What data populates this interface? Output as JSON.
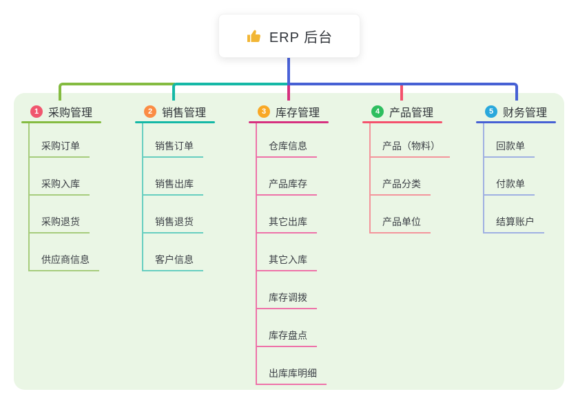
{
  "root": {
    "icon": "thumbs-up-icon",
    "label": "ERP 后台"
  },
  "branches": [
    {
      "num": "1",
      "title": "采购管理",
      "badge_color": "#F0566E",
      "line_color": "#84BB40",
      "child_line_color": "#A6CC7C",
      "children": [
        "采购订单",
        "采购入库",
        "采购退货",
        "供应商信息"
      ]
    },
    {
      "num": "2",
      "title": "销售管理",
      "badge_color": "#FB8C44",
      "line_color": "#14B8A6",
      "child_line_color": "#66CEC0",
      "children": [
        "销售订单",
        "销售出库",
        "销售退货",
        "客户信息"
      ]
    },
    {
      "num": "3",
      "title": "库存管理",
      "badge_color": "#F9A825",
      "line_color": "#D6307F",
      "child_line_color": "#EE71A8",
      "children": [
        "仓库信息",
        "产品库存",
        "其它出库",
        "其它入库",
        "库存调拨",
        "库存盘点",
        "出库库明细"
      ]
    },
    {
      "num": "4",
      "title": "产品管理",
      "badge_color": "#2EBE5F",
      "line_color": "#F4516C",
      "child_line_color": "#F4949B",
      "children": [
        "产品（物料）",
        "产品分类",
        "产品单位"
      ]
    },
    {
      "num": "5",
      "title": "财务管理",
      "badge_color": "#29A8DC",
      "line_color": "#4660D4",
      "child_line_color": "#9FB0E2",
      "children": [
        "回款单",
        "付款单",
        "结算账户"
      ]
    }
  ],
  "connectors": {
    "trunk_color": "#4A62D8"
  },
  "canvas": {
    "page_bg": "#FFFFFF",
    "panel_bg": "#EAF6E5",
    "root_icon_color": "#F2B635"
  }
}
